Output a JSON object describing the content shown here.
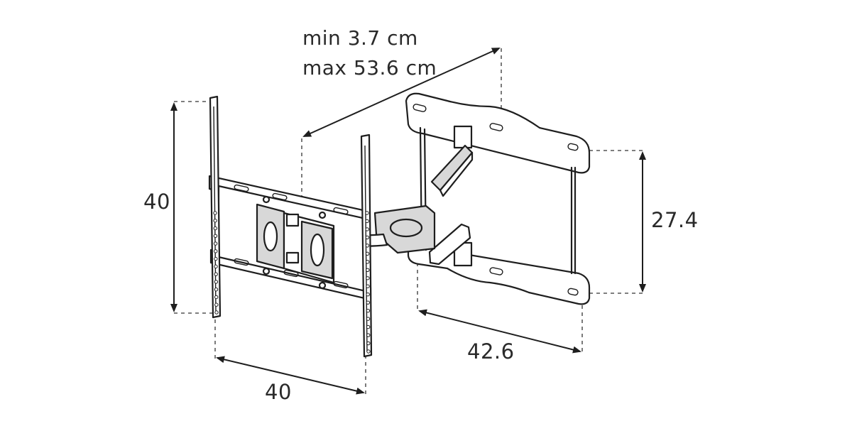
{
  "dimensions": {
    "left_height": "40",
    "left_width": "40",
    "extension_min": "min 3.7 cm",
    "extension_max": "max 53.6 cm",
    "wall_plate_height": "27.4",
    "wall_plate_width": "42.6"
  },
  "colors": {
    "line": "#1e1e1e",
    "text": "#2a2a2a",
    "shade": "#d8d8d8"
  }
}
